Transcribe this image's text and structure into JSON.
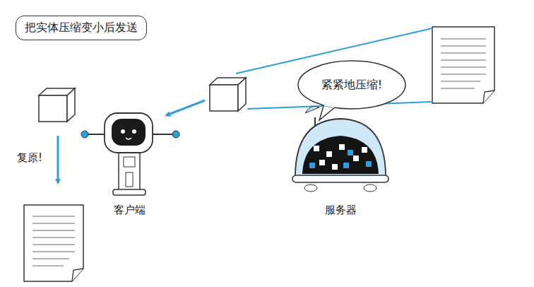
{
  "diagram": {
    "title": "把实体压缩变小后发送",
    "nodes": [
      {
        "text": [
          "紧紧地压缩!"
        ]
      },
      {
        "text": [
          "客户端"
        ]
      },
      {
        "text": [
          "服务器"
        ]
      }
    ],
    "labels": [
      "复原!"
    ]
  }
}
